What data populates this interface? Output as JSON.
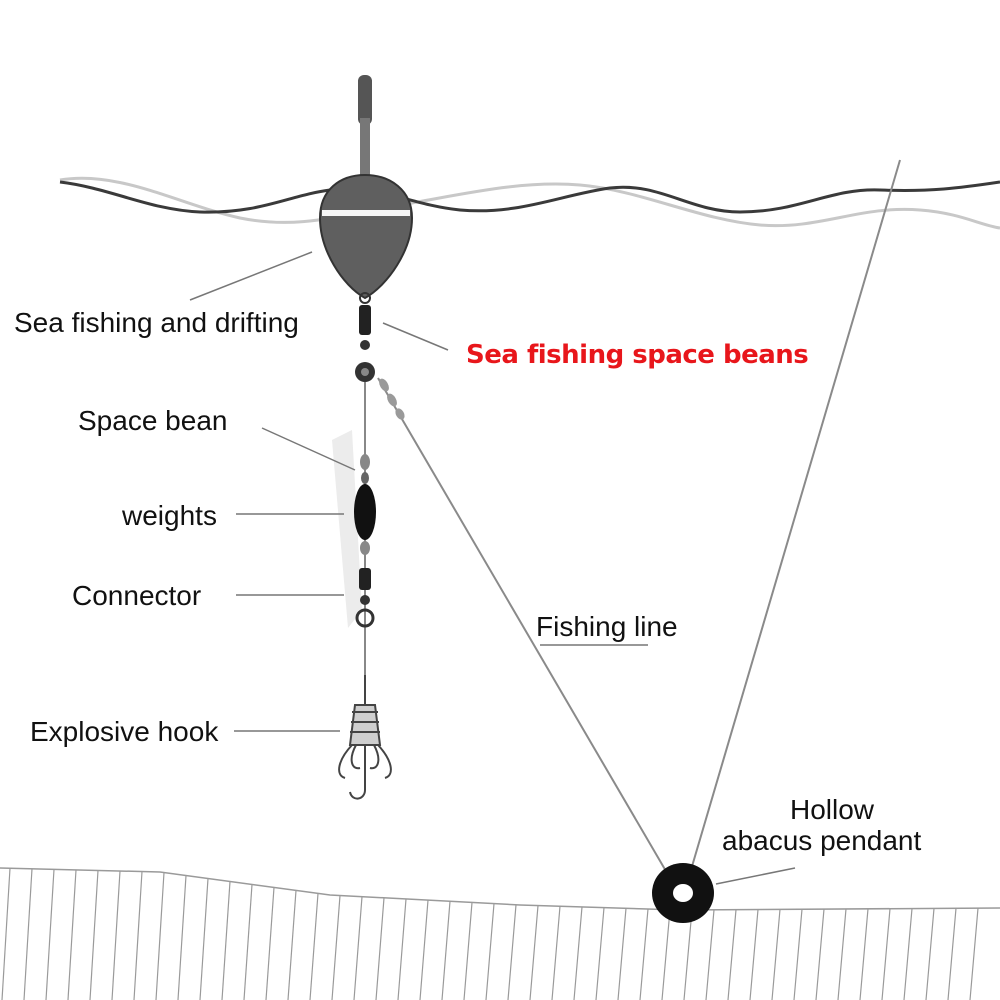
{
  "labels": {
    "float": "Sea fishing and drifting",
    "space_beans_main": "Sea fishing space beans",
    "space_bean": "Space bean",
    "weights": "weights",
    "connector": "Connector",
    "hook": "Explosive hook",
    "fishing_line": "Fishing line",
    "pendant_line1": "Hollow",
    "pendant_line2": "abacus pendant"
  },
  "colors": {
    "accent": "#e8161b",
    "ink": "#111111",
    "float_body": "#5f5f5f",
    "light_wave": "#c8c8c8",
    "line_gray": "#8a8a8a"
  }
}
